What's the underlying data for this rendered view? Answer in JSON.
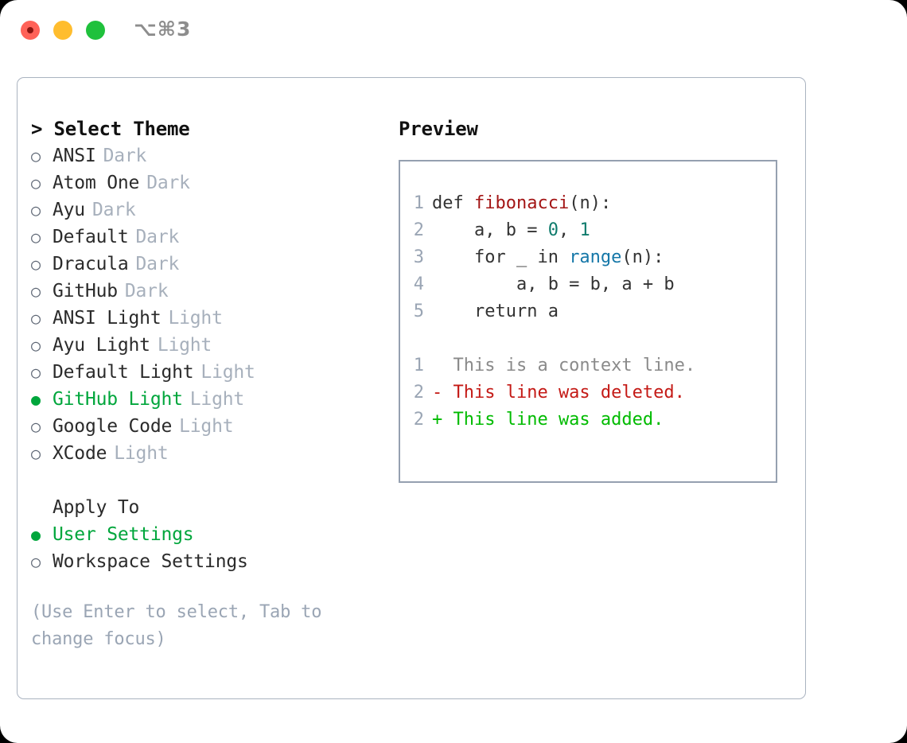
{
  "titlebar": {
    "shortcut": "⌥⌘3",
    "lights": [
      "close",
      "minimize",
      "maximize"
    ]
  },
  "left": {
    "title": "> Select Theme",
    "themes": [
      {
        "marker": "○",
        "name": "ANSI",
        "variant": "Dark",
        "selected": false
      },
      {
        "marker": "○",
        "name": "Atom One",
        "variant": "Dark",
        "selected": false
      },
      {
        "marker": "○",
        "name": "Ayu",
        "variant": "Dark",
        "selected": false
      },
      {
        "marker": "○",
        "name": "Default",
        "variant": "Dark",
        "selected": false
      },
      {
        "marker": "○",
        "name": "Dracula",
        "variant": "Dark",
        "selected": false
      },
      {
        "marker": "○",
        "name": "GitHub",
        "variant": "Dark",
        "selected": false
      },
      {
        "marker": "○",
        "name": "ANSI Light",
        "variant": "Light",
        "selected": false
      },
      {
        "marker": "○",
        "name": "Ayu Light",
        "variant": "Light",
        "selected": false
      },
      {
        "marker": "○",
        "name": "Default Light",
        "variant": "Light",
        "selected": false
      },
      {
        "marker": "●",
        "name": "GitHub Light",
        "variant": "Light",
        "selected": true
      },
      {
        "marker": "○",
        "name": "Google Code",
        "variant": "Light",
        "selected": false
      },
      {
        "marker": "○",
        "name": "XCode",
        "variant": "Light",
        "selected": false
      }
    ],
    "apply_to": {
      "heading": "Apply To",
      "options": [
        {
          "marker": "●",
          "label": "User Settings",
          "selected": true
        },
        {
          "marker": "○",
          "label": "Workspace Settings",
          "selected": false
        }
      ]
    },
    "hint": "(Use Enter to select, Tab to change focus)"
  },
  "right": {
    "title": "Preview",
    "code": [
      {
        "ln": "1",
        "tokens": [
          {
            "t": "def ",
            "c": "plain"
          },
          {
            "t": "fibonacci",
            "c": "fn"
          },
          {
            "t": "(n):",
            "c": "plain"
          }
        ]
      },
      {
        "ln": "2",
        "tokens": [
          {
            "t": "    a, b = ",
            "c": "plain"
          },
          {
            "t": "0",
            "c": "num"
          },
          {
            "t": ", ",
            "c": "plain"
          },
          {
            "t": "1",
            "c": "num"
          }
        ]
      },
      {
        "ln": "3",
        "tokens": [
          {
            "t": "    for _ in ",
            "c": "plain"
          },
          {
            "t": "range",
            "c": "call"
          },
          {
            "t": "(n):",
            "c": "plain"
          }
        ]
      },
      {
        "ln": "4",
        "tokens": [
          {
            "t": "        a, b = b, a + b",
            "c": "plain"
          }
        ]
      },
      {
        "ln": "5",
        "tokens": [
          {
            "t": "    return a",
            "c": "plain"
          }
        ]
      }
    ],
    "diff": [
      {
        "ln": "1",
        "text": "  This is a context line.",
        "kind": "ctx"
      },
      {
        "ln": "2",
        "text": "- This line was deleted.",
        "kind": "del"
      },
      {
        "ln": "2",
        "text": "+ This line was added.",
        "kind": "add"
      }
    ]
  },
  "colors": {
    "selected_green": "#00a63c",
    "diff_add_green": "#00bb00",
    "diff_del_red": "#c41a16",
    "function_red": "#a31515",
    "number_teal": "#0f7b6c",
    "call_blue": "#1577a8",
    "muted_gray": "#a7b0bc",
    "border_gray": "#95a0b0"
  }
}
